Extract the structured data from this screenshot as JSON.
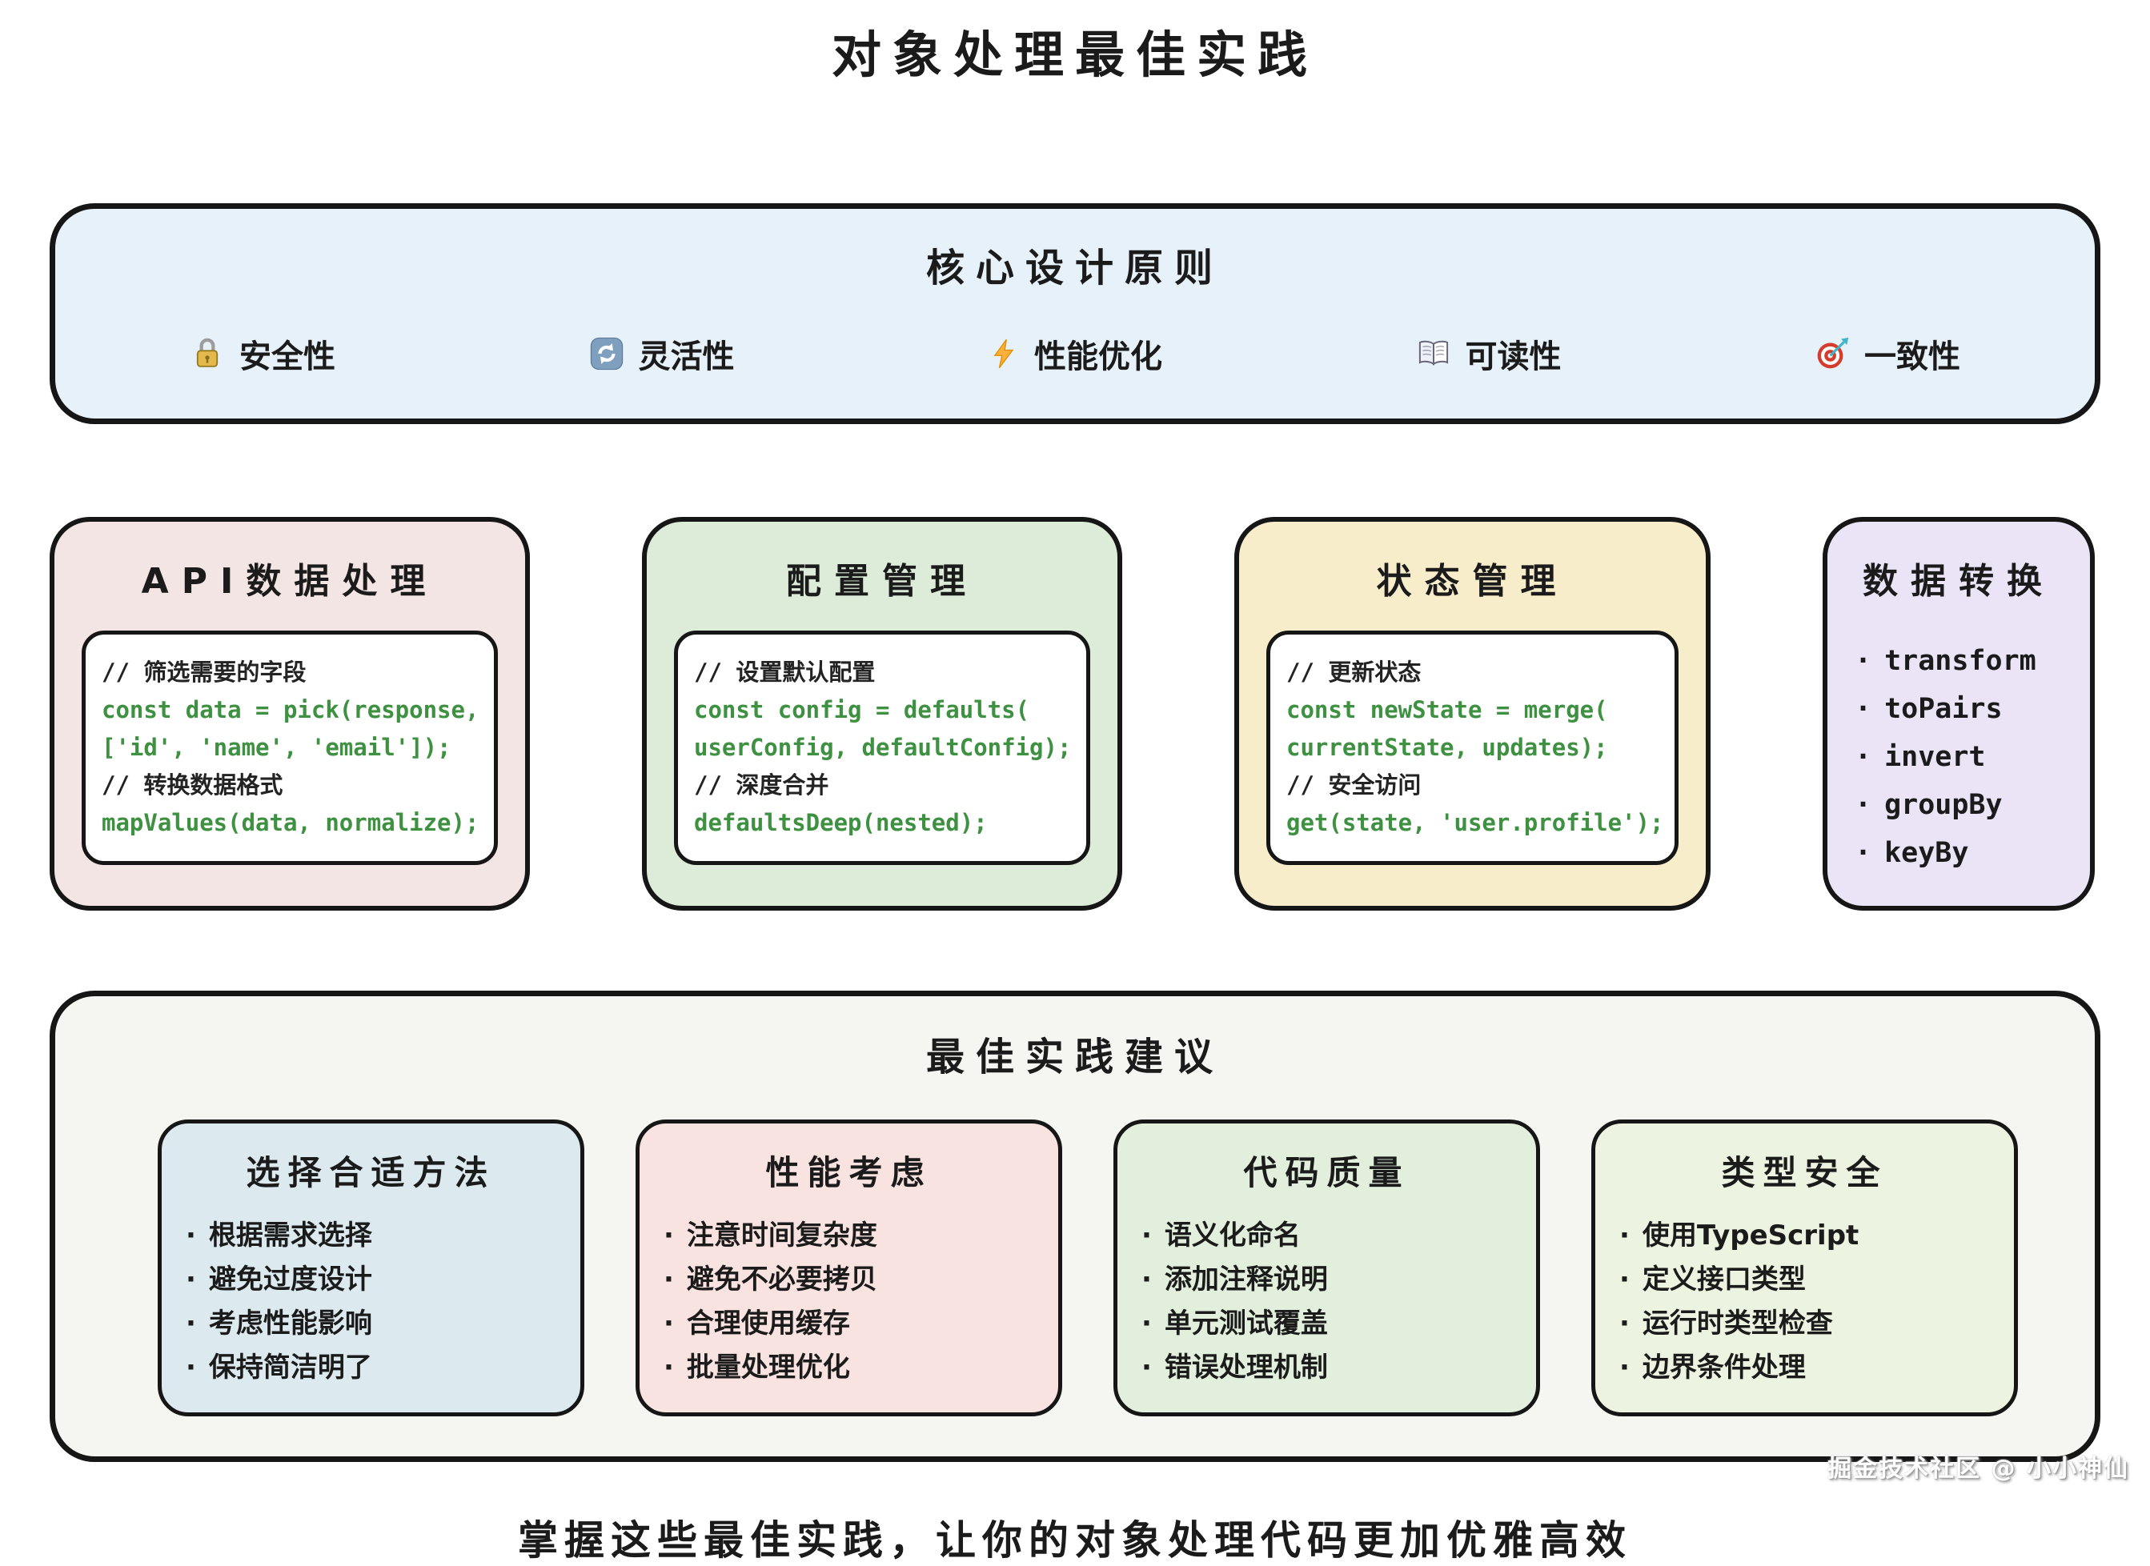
{
  "title": "对象处理最佳实践",
  "colors": {
    "border": "#161616",
    "code_green": "#3f9142",
    "comment_dark": "#232323",
    "principles_bg": "#e7f1fa",
    "best_bg": "#f5f5f2"
  },
  "principles": {
    "title": "核心设计原则",
    "items": [
      {
        "icon": "lock-icon",
        "label": "安全性"
      },
      {
        "icon": "refresh-icon",
        "label": "灵活性"
      },
      {
        "icon": "lightning-icon",
        "label": "性能优化"
      },
      {
        "icon": "book-icon",
        "label": "可读性"
      },
      {
        "icon": "target-icon",
        "label": "一致性"
      }
    ]
  },
  "cards": [
    {
      "title": "API数据处理",
      "bg": "#f2e5e4",
      "code": [
        {
          "type": "comment",
          "text": "// 筛选需要的字段"
        },
        {
          "type": "code",
          "text": "const data = pick(response,"
        },
        {
          "type": "code",
          "text": "['id', 'name', 'email']);"
        },
        {
          "type": "comment",
          "text": "// 转换数据格式"
        },
        {
          "type": "code",
          "text": "mapValues(data, normalize);"
        }
      ]
    },
    {
      "title": "配置管理",
      "bg": "#dcecd8",
      "code": [
        {
          "type": "comment",
          "text": "// 设置默认配置"
        },
        {
          "type": "code",
          "text": "const config = defaults("
        },
        {
          "type": "code",
          "text": "userConfig, defaultConfig);"
        },
        {
          "type": "comment",
          "text": "// 深度合并"
        },
        {
          "type": "code",
          "text": "defaultsDeep(nested);"
        }
      ]
    },
    {
      "title": "状态管理",
      "bg": "#f8edca",
      "code": [
        {
          "type": "comment",
          "text": "// 更新状态"
        },
        {
          "type": "code",
          "text": "const newState = merge("
        },
        {
          "type": "code",
          "text": "currentState, updates);"
        },
        {
          "type": "comment",
          "text": "// 安全访问"
        },
        {
          "type": "code",
          "text": "get(state, 'user.profile');"
        }
      ]
    },
    {
      "title": "数据转换",
      "bg": "#ebe4f6",
      "list": [
        "transform",
        "toPairs",
        "invert",
        "groupBy",
        "keyBy"
      ]
    }
  ],
  "best_practices": {
    "title": "最佳实践建议",
    "groups": [
      {
        "title": "选择合适方法",
        "bg": "#dceaf0",
        "items": [
          "根据需求选择",
          "避免过度设计",
          "考虑性能影响",
          "保持简洁明了"
        ]
      },
      {
        "title": "性能考虑",
        "bg": "#f9e3e1",
        "items": [
          "注意时间复杂度",
          "避免不必要拷贝",
          "合理使用缓存",
          "批量处理优化"
        ]
      },
      {
        "title": "代码质量",
        "bg": "#e2efdc",
        "items": [
          "语义化命名",
          "添加注释说明",
          "单元测试覆盖",
          "错误处理机制"
        ]
      },
      {
        "title": "类型安全",
        "bg": "#ecf3e0",
        "items": [
          "使用TypeScript",
          "定义接口类型",
          "运行时类型检查",
          "边界条件处理"
        ]
      }
    ]
  },
  "footer": "掌握这些最佳实践，让你的对象处理代码更加优雅高效",
  "watermark": "掘金技术社区 @ 小小神仙"
}
